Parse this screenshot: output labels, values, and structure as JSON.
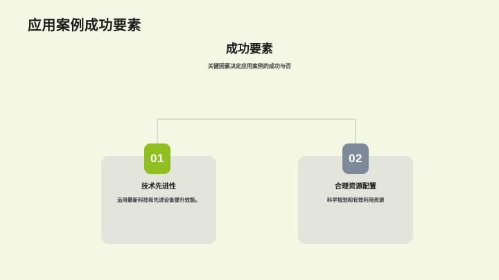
{
  "slide": {
    "title": "应用案例成功要素",
    "background_color": "#f4f7e3"
  },
  "section": {
    "heading": "成功要素",
    "subheading": "关键因素决定应用案例的成功与否"
  },
  "connector": {
    "color": "#c9cdbc"
  },
  "cards": [
    {
      "number": "01",
      "badge_color": "#8fbf21",
      "title": "技术先进性",
      "description": "运用最新科技和先进设备提升效能。"
    },
    {
      "number": "02",
      "badge_color": "#7e8a9c",
      "title": "合理资源配置",
      "description": "科学规划和有效利用资源"
    }
  ]
}
